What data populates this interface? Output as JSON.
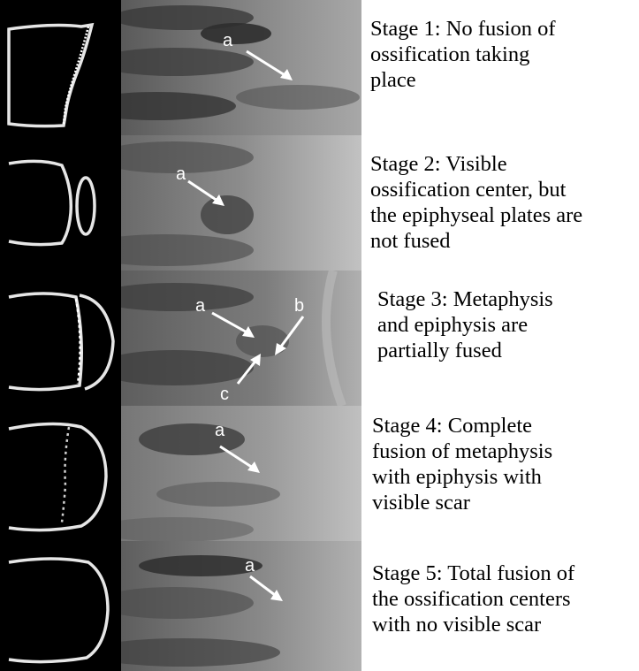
{
  "stages": [
    {
      "caption_lines": [
        "Stage 1:  No fusion of",
        "ossification taking",
        "place"
      ],
      "arrow_labels": [
        "a"
      ]
    },
    {
      "caption_lines": [
        "Stage 2:  Visible",
        "ossification center, but",
        "the epiphyseal plates are",
        "not fused"
      ],
      "arrow_labels": [
        "a"
      ]
    },
    {
      "caption_lines": [
        "Stage 3:  Metaphysis",
        "and epiphysis are",
        "partially fused"
      ],
      "arrow_labels": [
        "a",
        "b",
        "c"
      ]
    },
    {
      "caption_lines": [
        "Stage 4: Complete",
        "fusion of metaphysis",
        "with epiphysis with",
        "visible scar"
      ],
      "arrow_labels": [
        "a"
      ]
    },
    {
      "caption_lines": [
        "Stage 5: Total fusion of",
        "the ossification centers",
        "with no visible scar"
      ],
      "arrow_labels": [
        "a"
      ]
    }
  ]
}
